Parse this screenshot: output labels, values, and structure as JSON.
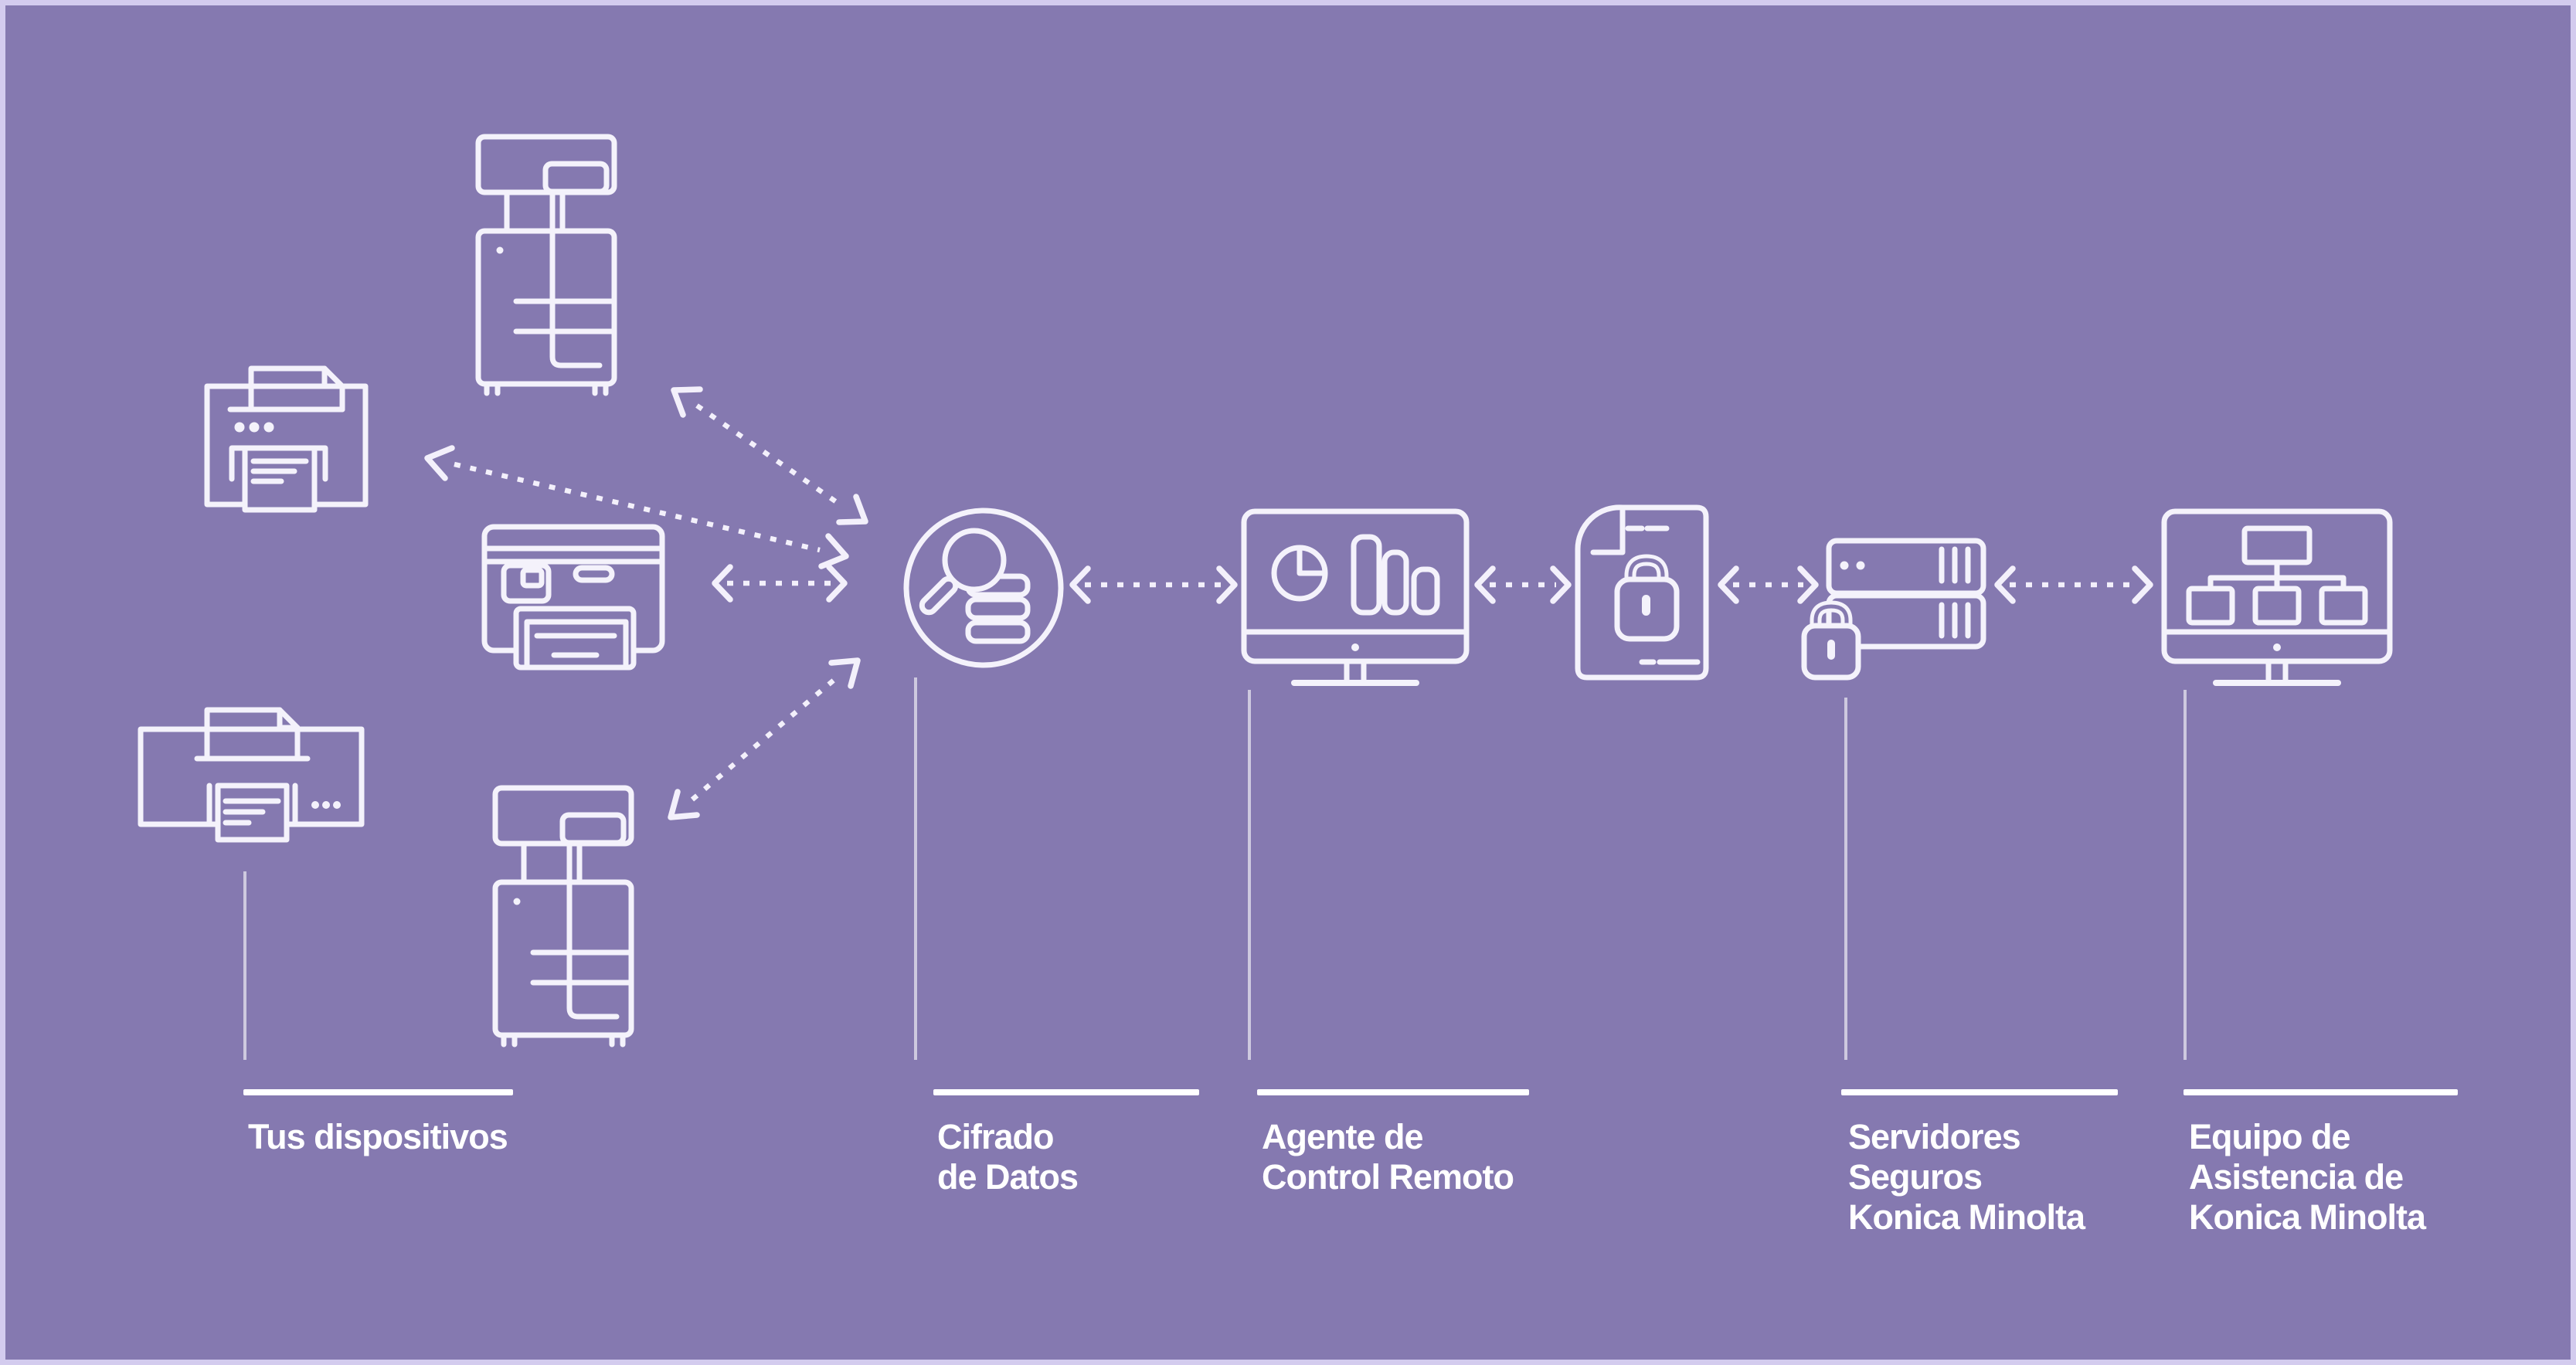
{
  "diagram_title": "Konica Minolta remote services security flow",
  "colors": {
    "background": "#8579b0",
    "border": "#d3cbee",
    "line_art": "#f4f2fb",
    "underline": "#ffffff",
    "text": "#ffffff"
  },
  "nodes": {
    "devices": {
      "label": "Tus dispositivos",
      "icons": [
        "printer-icon",
        "copier-icon",
        "multifunction-printer-icon",
        "wide-printer-icon",
        "copier-icon"
      ]
    },
    "encryption": {
      "label": "Cifrado\nde Datos",
      "icon": "data-encryption-magnifier-icon"
    },
    "agent": {
      "label": "Agente de\nControl Remoto",
      "icon": "monitor-charts-icon"
    },
    "file": {
      "icon": "locked-document-icon"
    },
    "servers": {
      "label": "Servidores\nSeguros\nKonica Minolta",
      "icon": "secure-server-lock-icon"
    },
    "support": {
      "label": "Equipo de\nAsistencia de\nKonica Minolta",
      "icon": "monitor-org-chart-icon"
    }
  },
  "connections": [
    "devices <-> encryption (4 dashed bidirectional arrows converging)",
    "encryption <-> agent",
    "agent <-> file",
    "file <-> servers",
    "servers <-> support"
  ]
}
